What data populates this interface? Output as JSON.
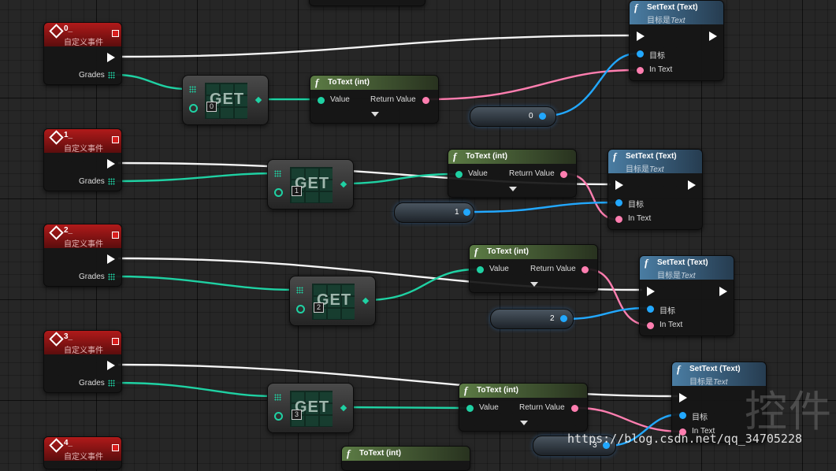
{
  "events": [
    {
      "title": "0_",
      "subtitle": "自定义事件",
      "param": "Grades"
    },
    {
      "title": "1_",
      "subtitle": "自定义事件",
      "param": "Grades"
    },
    {
      "title": "2_",
      "subtitle": "自定义事件",
      "param": "Grades"
    },
    {
      "title": "3_",
      "subtitle": "自定义事件",
      "param": "Grades"
    },
    {
      "title": "4_",
      "subtitle": "自定义事件"
    }
  ],
  "get_nodes": [
    {
      "label": "GET",
      "index": "0"
    },
    {
      "label": "GET",
      "index": "1"
    },
    {
      "label": "GET",
      "index": "2"
    },
    {
      "label": "GET",
      "index": "3"
    }
  ],
  "totext_nodes": [
    {
      "title": "ToText (int)",
      "input": "Value",
      "output": "Return Value"
    },
    {
      "title": "ToText (int)",
      "input": "Value",
      "output": "Return Value"
    },
    {
      "title": "ToText (int)",
      "input": "Value",
      "output": "Return Value"
    },
    {
      "title": "ToText (int)",
      "input": "Value",
      "output": "Return Value"
    },
    {
      "title": "ToText (int)"
    }
  ],
  "settext_nodes": [
    {
      "title": "SetText (Text)",
      "sub_prefix": "目标是",
      "sub_target": "Text",
      "target": "目标",
      "in_text": "In Text"
    },
    {
      "title": "SetText (Text)",
      "sub_prefix": "目标是",
      "sub_target": "Text",
      "target": "目标",
      "in_text": "In Text"
    },
    {
      "title": "SetText (Text)",
      "sub_prefix": "目标是",
      "sub_target": "Text",
      "target": "目标",
      "in_text": "In Text"
    },
    {
      "title": "SetText (Text)",
      "sub_prefix": "目标是",
      "sub_target": "Text",
      "target": "目标",
      "in_text": "In Text"
    }
  ],
  "literals": [
    "0",
    "1",
    "2",
    "3"
  ],
  "watermark": {
    "url": "https://blog.csdn.net/qq_34705228",
    "big": "控件"
  },
  "colors": {
    "exec": "#ffffff",
    "array": "#1fd1a3",
    "text": "#ff7eb0",
    "object": "#22a8ff",
    "event_header": "#b01a1a",
    "function_header": "#5c7c45",
    "target_header": "#4a7da3"
  },
  "icons": [
    "diamond-event-icon",
    "function-f-icon",
    "array-grid-icon",
    "exec-arrow-icon"
  ]
}
